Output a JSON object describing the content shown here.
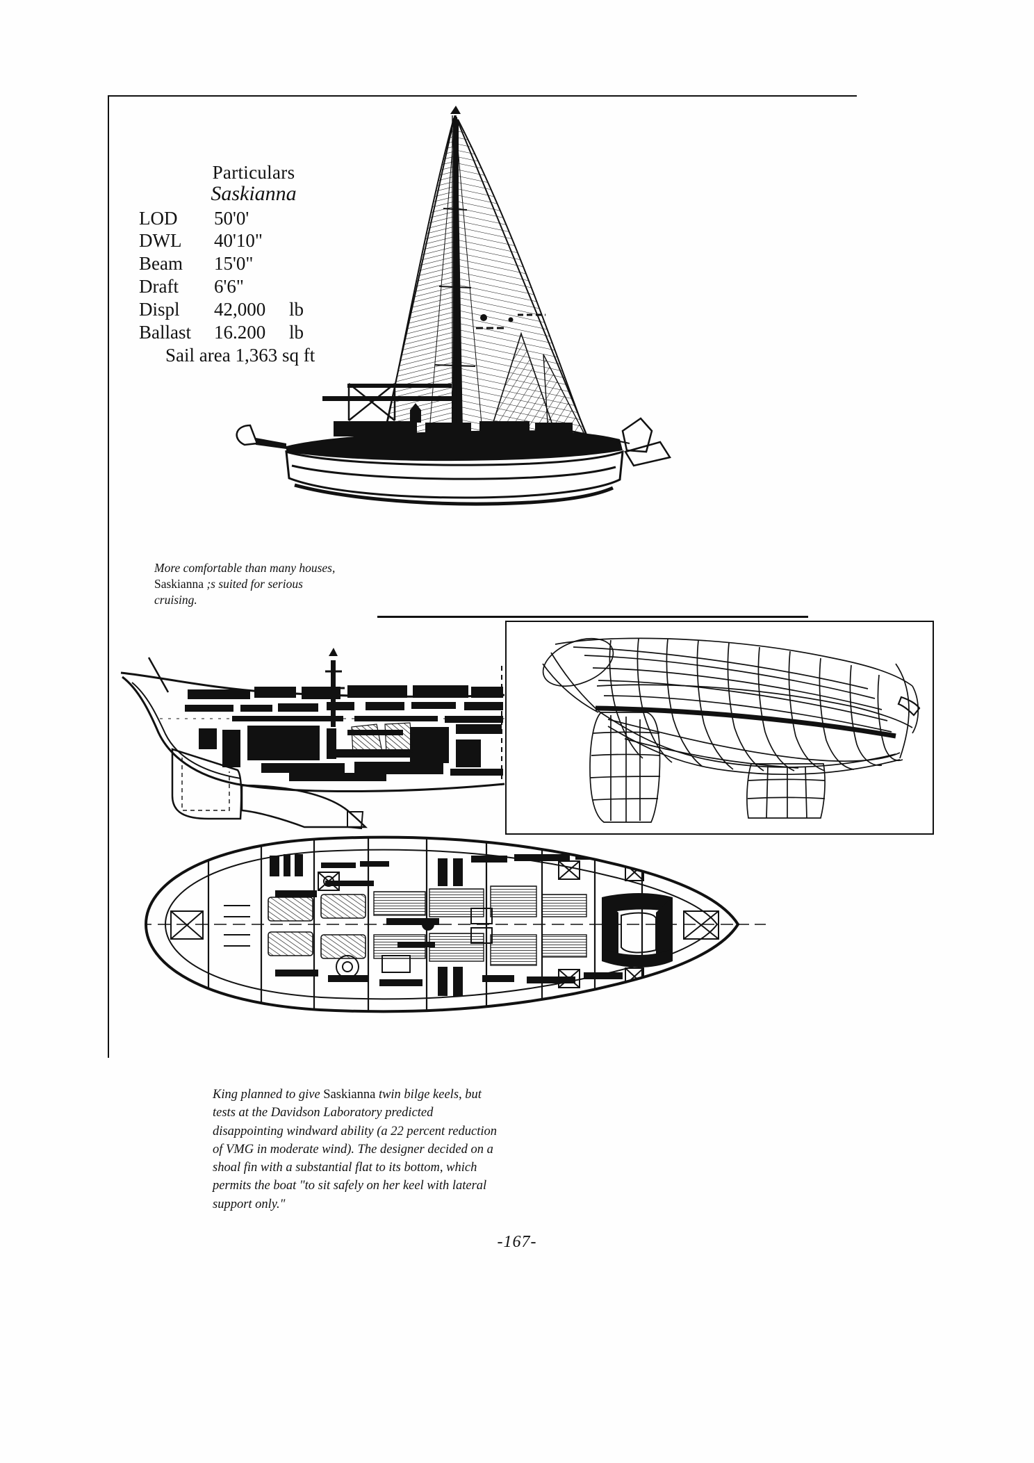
{
  "page": {
    "folio": "-167-",
    "boat_name": "Saskianna"
  },
  "particulars": {
    "heading": "Particulars",
    "subject": "Saskianna",
    "rows": [
      {
        "label": "LOD",
        "value": "50'0'",
        "unit": ""
      },
      {
        "label": "DWL",
        "value": "40'10\"",
        "unit": ""
      },
      {
        "label": "Beam",
        "value": "15'0\"",
        "unit": ""
      },
      {
        "label": "Draft",
        "value": "6'6\"",
        "unit": ""
      },
      {
        "label": "Displ",
        "value": "42,000",
        "unit": "lb"
      },
      {
        "label": "Ballast",
        "value": "16.200",
        "unit": "lb"
      }
    ],
    "sail_area_label": "Sail area",
    "sail_area_value": "1,363 sq ft"
  },
  "captions": {
    "sailplan": {
      "part1": "More comfortable than many houses, ",
      "boat": "Saskianna",
      "part2": " ;s suited for serious cruising."
    },
    "plans": {
      "part1": "King planned to give ",
      "boat": "Saskianna",
      "part2": " twin bilge keels, but tests at the Davidson Laboratory predicted disappointing windward ability (a 22 percent reduction of VMG in moderate wind). The designer decided on a shoal fin with a substantial flat to its bottom, which permits the boat \"to sit safely on her keel with lateral support only.\""
    }
  },
  "figures": {
    "sail_plan": "sail-plan-profile-drawing",
    "interior_profile": "interior-accommodation-profile-drawing",
    "hull_lines": "hull-perspective-wireframe-drawing",
    "deck_plan": "accommodation-plan-view-drawing"
  },
  "colors": {
    "ink": "#111111",
    "paper": "#fefefe"
  }
}
